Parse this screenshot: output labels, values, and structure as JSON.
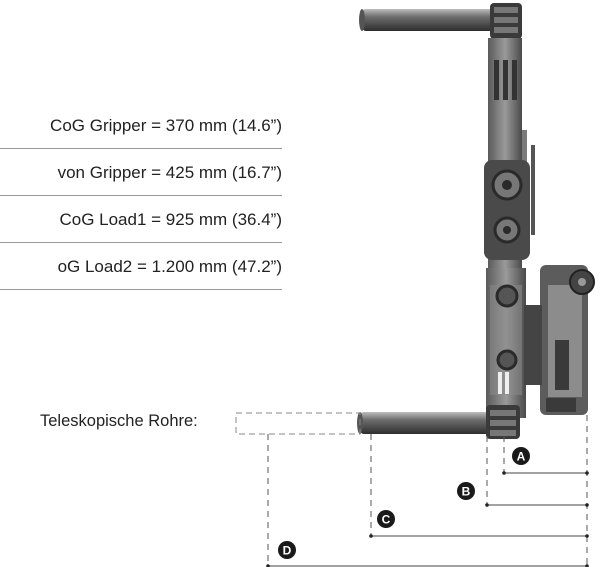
{
  "specs": [
    {
      "text": "CoG Gripper = 370 mm (14.6”)"
    },
    {
      "text": "von Gripper = 425 mm (16.7”)"
    },
    {
      "text": "CoG Load1 = 925 mm (36.4”)"
    },
    {
      "text": "oG Load2 = 1.200 mm (47.2”)"
    }
  ],
  "telescopic_label": "Teleskopische Rohre:",
  "markers": [
    "A",
    "B",
    "C",
    "D"
  ],
  "colors": {
    "marker_fill": "#1a1a1a",
    "dimension_line": "#444444",
    "dashed_outline": "#8a8a8a",
    "machine_dark": "#3d3d3d",
    "machine_mid": "#6b6b6b",
    "machine_light": "#a9a9a9"
  }
}
